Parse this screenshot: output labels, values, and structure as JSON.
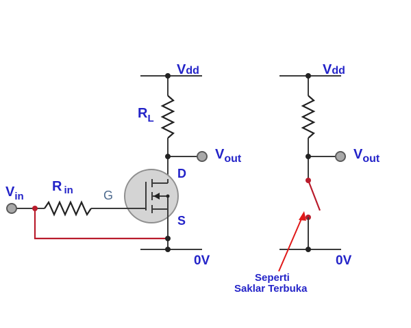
{
  "left_circuit": {
    "vdd_label": {
      "main": "V",
      "sub": "dd"
    },
    "rl_label": {
      "main": "R",
      "sub": "L"
    },
    "vout_label": {
      "main": "V",
      "sub": "out"
    },
    "drain_label": "D",
    "gate_label": "G",
    "source_label": "S",
    "rin_label": {
      "main": "R",
      "sub": "in"
    },
    "vin_label": {
      "main": "V",
      "sub": "in"
    },
    "ground_label": "0V"
  },
  "right_circuit": {
    "vdd_label": {
      "main": "V",
      "sub": "dd"
    },
    "vout_label": {
      "main": "V",
      "sub": "out"
    },
    "ground_label": "0V",
    "annotation_line1": "Seperti",
    "annotation_line2": "Saklar Terbuka"
  },
  "colors": {
    "label_blue": "#2323c8",
    "terminal_gray": "#a9a9a9",
    "feedback_red": "#b91c2c",
    "transistor_fill": "#d4d4d4"
  }
}
